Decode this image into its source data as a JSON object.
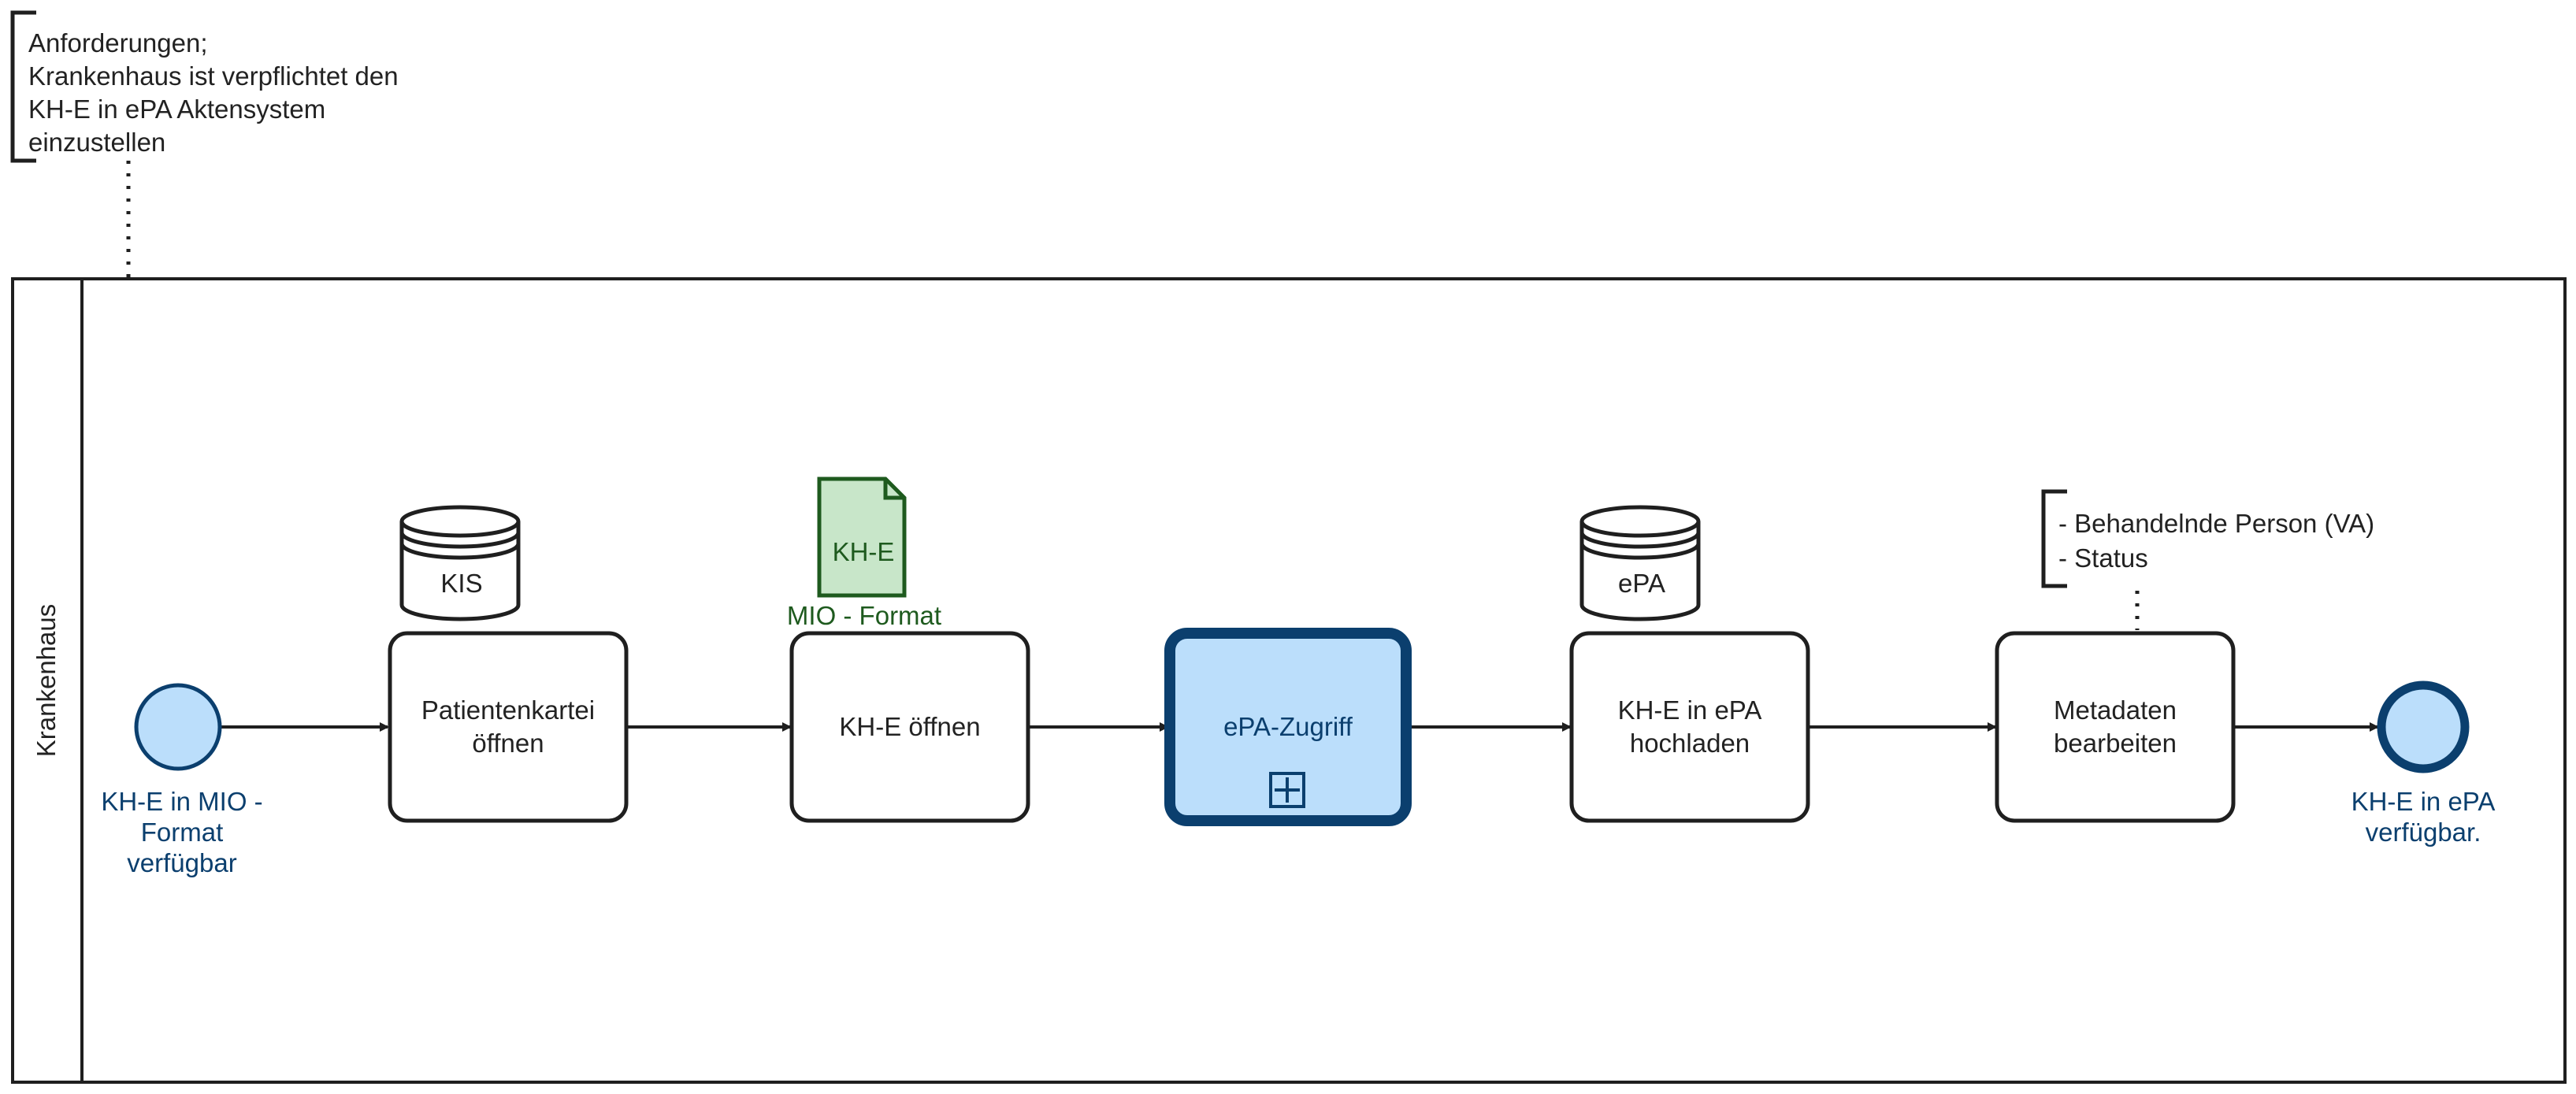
{
  "annotation_top": {
    "lines": [
      "Anforderungen;",
      "Krankenhaus ist verpflichtet den",
      "KH-E in ePA Aktensystem",
      "einzustellen"
    ]
  },
  "lane": {
    "name": "Krankenhaus"
  },
  "start_event": {
    "label_lines": [
      "KH-E in MIO -",
      "Format",
      "verfügbar"
    ]
  },
  "end_event": {
    "label_lines": [
      "KH-E in ePA",
      "verfügbar."
    ]
  },
  "tasks": [
    {
      "id": "task-patientenkartei",
      "lines": [
        "Patientenkartei",
        "öffnen"
      ]
    },
    {
      "id": "task-khe-oeffnen",
      "lines": [
        "KH-E öffnen"
      ]
    },
    {
      "id": "task-epa-zugriff",
      "lines": [
        "ePA-Zugriff"
      ]
    },
    {
      "id": "task-khe-hochladen",
      "lines": [
        "KH-E in ePA",
        "hochladen"
      ]
    },
    {
      "id": "task-metadaten",
      "lines": [
        "Metadaten",
        "bearbeiten"
      ]
    }
  ],
  "data_stores": [
    {
      "id": "store-kis",
      "label": "KIS"
    },
    {
      "id": "store-epa",
      "label": "ePA"
    }
  ],
  "data_object": {
    "label": "KH-E",
    "caption": "MIO - Format"
  },
  "annotation_meta": {
    "lines": [
      "- Behandelnde Person (VA)",
      "- Status"
    ]
  },
  "colors": {
    "stroke": "#1f1f1f",
    "event_fill": "#bbdefb",
    "event_stroke": "#0b3f6e",
    "subprocess_fill": "#bbdefb",
    "subprocess_stroke": "#0b3f6e",
    "data_object_fill": "#c8e6c9",
    "data_object_stroke": "#1e5a1e"
  }
}
